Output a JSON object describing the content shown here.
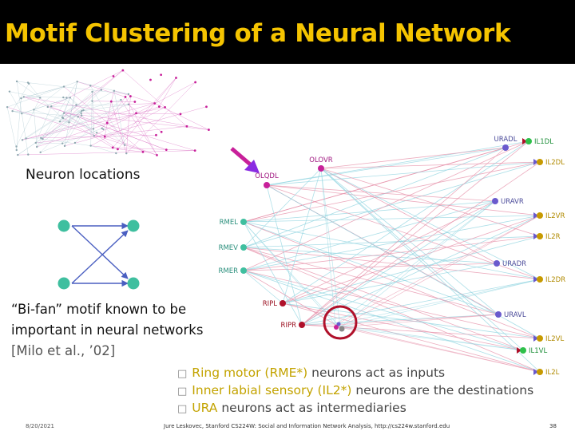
{
  "slide": {
    "title": "Motif Clustering of a Neural Network",
    "neuron_locations_label": "Neuron locations",
    "bifan_line1": "“Bi-fan” motif known to be",
    "bifan_line2": "important in neural networks",
    "citation": "[Milo et al., ’02]",
    "bullet_marker": "□",
    "bullets": [
      {
        "hl": "Ring motor (RME*)",
        "rest": " neurons act as inputs"
      },
      {
        "hl": "Inner labial sensory (IL2*)",
        "rest": " neurons are the destinations"
      },
      {
        "hl": "URA",
        "rest": " neurons act as intermediaries"
      }
    ],
    "footer": {
      "date": "8/20/2021",
      "credit": "Jure Leskovec, Stanford CS224W: Social and Information Network Analysis, http://cs224w.stanford.edu",
      "page": "38"
    }
  },
  "colors": {
    "title": "#f5c400",
    "highlight": "#c3a300",
    "teal": "#3fbf9f",
    "purple": "#6a5acd",
    "crimson": "#b0102a",
    "magenta": "#c8209a",
    "green": "#2ec04a",
    "edge_pink": "#e68fa8",
    "edge_cyan": "#8fd4e0"
  },
  "network": {
    "nodes": [
      {
        "id": "RMEL",
        "label": "RMEL",
        "color": "teal"
      },
      {
        "id": "RMEV",
        "label": "RMEV",
        "color": "teal"
      },
      {
        "id": "RMER",
        "label": "RMER",
        "color": "teal"
      },
      {
        "id": "OLQDL",
        "label": "OLQDL",
        "color": "magenta"
      },
      {
        "id": "OLOVR",
        "label": "OLOVR",
        "color": "magenta"
      },
      {
        "id": "RIPL",
        "label": "RIPL",
        "color": "crimson"
      },
      {
        "id": "RIPR",
        "label": "RIPR",
        "color": "crimson"
      },
      {
        "id": "URADL",
        "label": "URADL",
        "color": "purple"
      },
      {
        "id": "URAVR",
        "label": "URAVR",
        "color": "purple"
      },
      {
        "id": "URADR",
        "label": "URADR",
        "color": "purple"
      },
      {
        "id": "URAVL",
        "label": "URAVL",
        "color": "purple"
      },
      {
        "id": "IL1DL",
        "label": "IL1DL",
        "color": "green"
      },
      {
        "id": "IL1VL",
        "label": "IL1VL",
        "color": "green"
      },
      {
        "id": "IL2DL",
        "label": "IL2DL",
        "color": "gold"
      },
      {
        "id": "IL2VR",
        "label": "IL2VR",
        "color": "gold"
      },
      {
        "id": "IL2R",
        "label": "IL2R",
        "color": "gold"
      },
      {
        "id": "IL2DR",
        "label": "IL2DR",
        "color": "gold"
      },
      {
        "id": "IL2VL",
        "label": "IL2VL",
        "color": "gold"
      },
      {
        "id": "IL2L",
        "label": "IL2L",
        "color": "gold"
      }
    ]
  }
}
